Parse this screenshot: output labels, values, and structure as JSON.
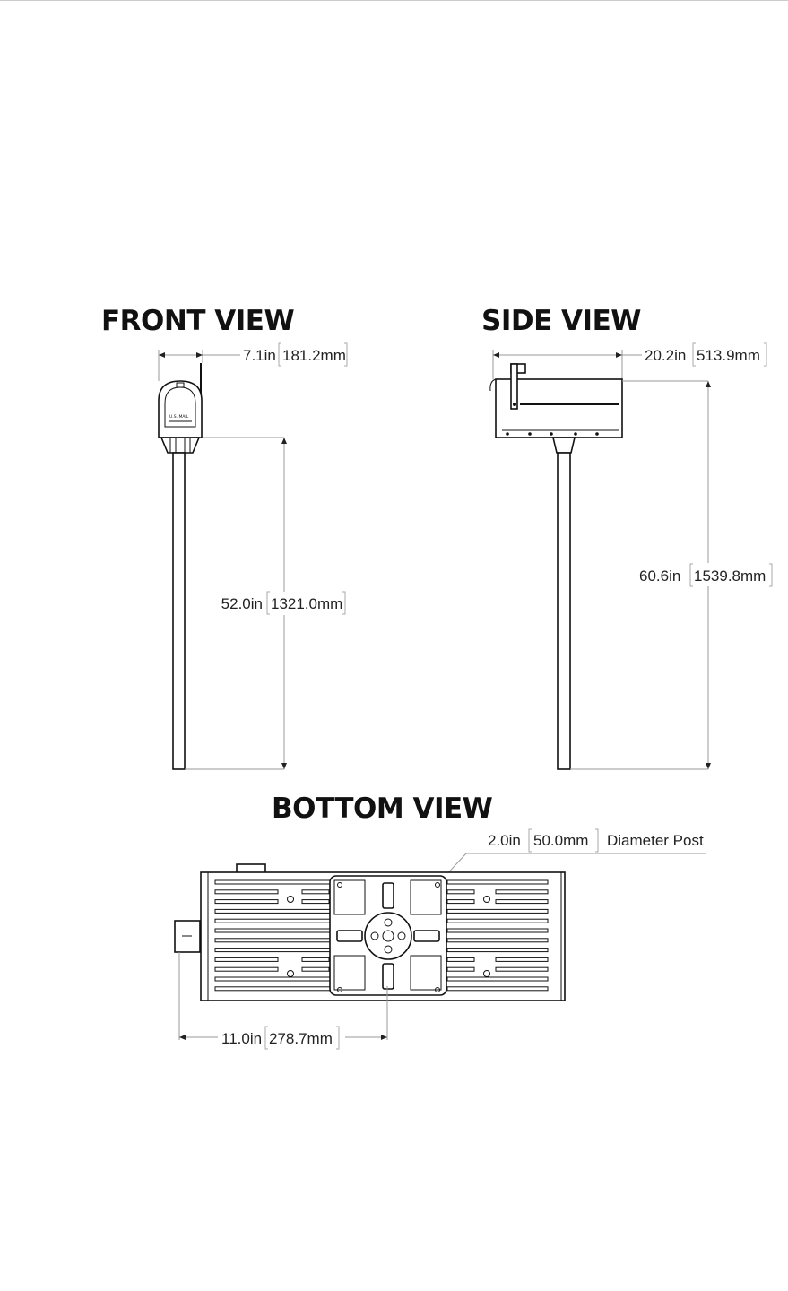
{
  "front_view": {
    "title": "FRONT VIEW",
    "width_in": "7.1in",
    "width_mm": "181.2mm",
    "height_in": "52.0in",
    "height_mm": "1321.0mm",
    "mailbox_label": "U.S. MAIL"
  },
  "side_view": {
    "title": "SIDE VIEW",
    "length_in": "20.2in",
    "length_mm": "513.9mm",
    "height_in": "60.6in",
    "height_mm": "1539.8mm"
  },
  "bottom_view": {
    "title": "BOTTOM VIEW",
    "post_in": "2.0in",
    "post_mm": "50.0mm",
    "post_label": "Diameter Post",
    "offset_in": "11.0in",
    "offset_mm": "278.7mm"
  }
}
